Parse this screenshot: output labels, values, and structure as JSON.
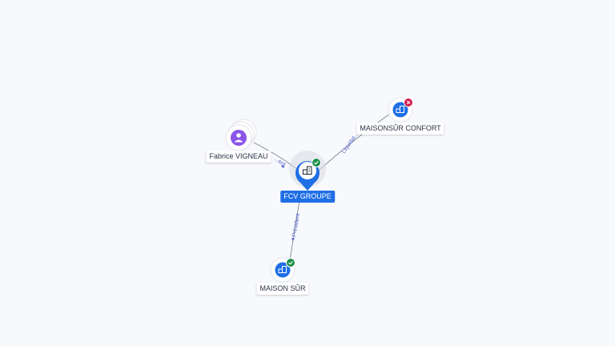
{
  "colors": {
    "accent": "#1f6fe5",
    "edge": "#7a7f8e",
    "edge_label": "#5567c9",
    "person": "#8a55e8",
    "ok": "#1f8f4a",
    "closed": "#d6174a"
  },
  "nodes": {
    "center": {
      "label": "FCV GROUPE",
      "type": "company",
      "status": "active",
      "icon": "building-icon"
    },
    "person": {
      "label": "Fabrice VIGNEAU",
      "type": "person",
      "icon": "person-icon"
    },
    "top_right": {
      "label": "MAISONSÛR CONFORT",
      "type": "company",
      "status": "closed",
      "icon": "building-icon"
    },
    "bottom": {
      "label": "MAISON SÛR",
      "type": "company",
      "status": "active",
      "icon": "building-icon"
    }
  },
  "edges": {
    "person_center": {
      "label": "...ent"
    },
    "center_top_right": {
      "label": "Liquidat..."
    },
    "center_bottom": {
      "label": "Président"
    }
  }
}
